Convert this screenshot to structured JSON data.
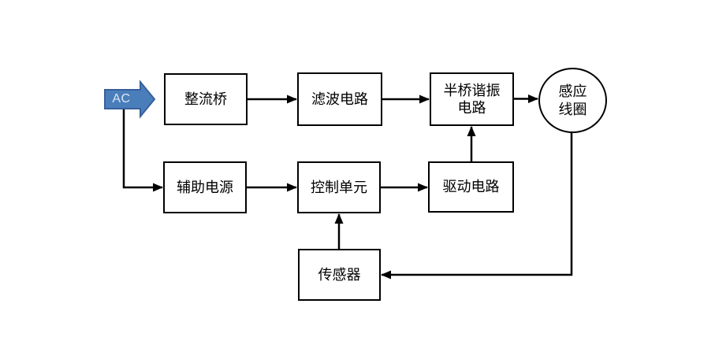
{
  "diagram": {
    "source_label": "AC",
    "blocks": {
      "rectifier_bridge": {
        "label": "整流桥"
      },
      "filter_circuit": {
        "label": "滤波电路"
      },
      "half_bridge_resonant_circuit": {
        "label": "半桥谐振\n电路"
      },
      "induction_coil": {
        "label": "感应\n线圈"
      },
      "auxiliary_power_supply": {
        "label": "辅助电源"
      },
      "control_unit": {
        "label": "控制单元"
      },
      "drive_circuit": {
        "label": "驱动电路"
      },
      "sensor": {
        "label": "传感器"
      }
    },
    "connections": [
      "AC → 辅助电源",
      "AC → 整流桥",
      "整流桥 → 滤波电路",
      "滤波电路 → 半桥谐振电路",
      "半桥谐振电路 → 感应线圈",
      "辅助电源 → 控制单元",
      "控制单元 → 驱动电路",
      "驱动电路 → 半桥谐振电路",
      "传感器 → 控制单元",
      "感应线圈 → 传感器"
    ],
    "colors": {
      "ac_arrow_fill": "#4a7ebb",
      "ac_arrow_border": "#38609c",
      "line_color": "#000000",
      "background": "#ffffff"
    }
  }
}
